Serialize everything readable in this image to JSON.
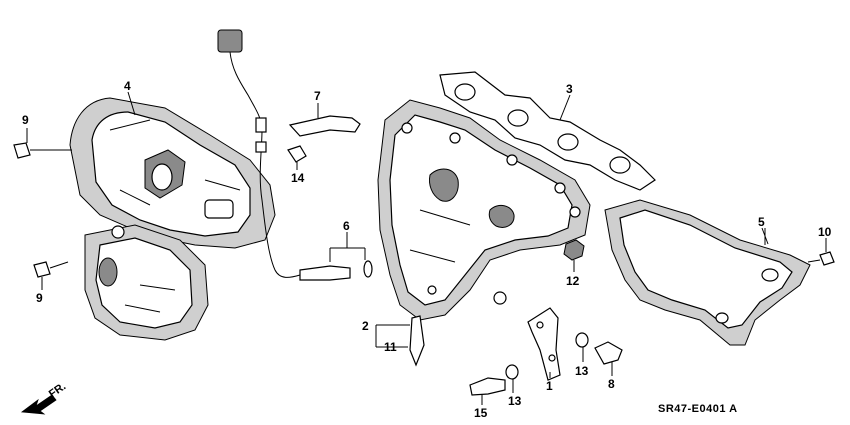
{
  "callouts": {
    "c1": "1",
    "c2": "2",
    "c3": "3",
    "c4": "4",
    "c5": "5",
    "c6": "6",
    "c7": "7",
    "c8": "8",
    "c9a": "9",
    "c9b": "9",
    "c10": "10",
    "c11": "11",
    "c12": "12",
    "c13a": "13",
    "c13b": "13",
    "c14": "14",
    "c15": "15"
  },
  "diagram_code": "SR47-E0401 A",
  "direction_label": "FR."
}
